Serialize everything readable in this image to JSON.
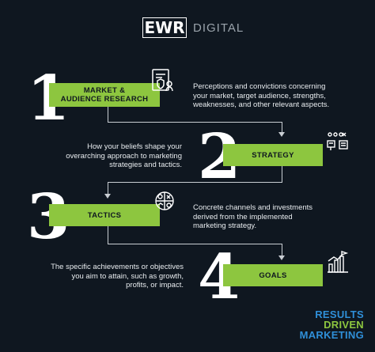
{
  "logo": {
    "mark": "EWR",
    "text": "DIGITAL"
  },
  "steps": [
    {
      "number": "1",
      "title_line1": "MARKET &",
      "title_line2": "AUDIENCE RESEARCH",
      "desc_lines": [
        "Perceptions and convictions concerning",
        "your market, target audience, strengths,",
        "weaknesses, and other relevant aspects."
      ]
    },
    {
      "number": "2",
      "title": "STRATEGY",
      "desc_lines": [
        "How your beliefs shape your",
        "overarching approach to marketing",
        "strategies and tactics."
      ]
    },
    {
      "number": "3",
      "title": "TACTICS",
      "desc_lines": [
        "Concrete channels and investments",
        "derived from the implemented",
        "marketing strategy."
      ]
    },
    {
      "number": "4",
      "title": "GOALS",
      "desc_lines": [
        "The specific achievements or objectives",
        "you aim to attain, such as growth,",
        "profits, or impact."
      ]
    }
  ],
  "tagline": {
    "line1": "RESULTS",
    "line2": "DRIVEN",
    "line3": "MARKETING"
  },
  "colors": {
    "accent": "#8dc63f",
    "background": "#0f1720",
    "tagline_blue": "#2f8fd8",
    "tagline_green": "#8dc63f"
  },
  "icons": [
    "research-document-icon",
    "strategy-board-icon",
    "tactics-gears-icon",
    "goals-chart-icon"
  ]
}
